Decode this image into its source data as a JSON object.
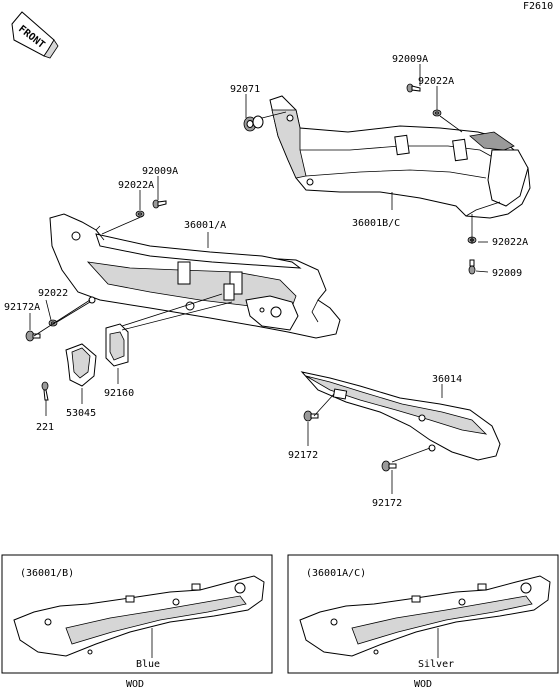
{
  "figure_code": "F2610",
  "front_label": "FRONT",
  "labels": {
    "p92009A_top": "92009A",
    "p92022A_top": "92022A",
    "p92071": "92071",
    "p92009A_left": "92009A",
    "p92022A_left": "92022A",
    "p36001A": "36001/A",
    "p36001BC": "36001B/C",
    "p92022A_right": "92022A",
    "p92009": "92009",
    "p92022": "92022",
    "p92172A": "92172A",
    "p92160": "92160",
    "p53045": "53045",
    "p221": "221",
    "p36014": "36014",
    "p92172_a": "92172",
    "p92172_b": "92172"
  },
  "inset_left": {
    "code": "(36001/B)",
    "color": "Blue",
    "footer": "WOD"
  },
  "inset_right": {
    "code": "(36001A/C)",
    "color": "Silver",
    "footer": "WOD"
  }
}
